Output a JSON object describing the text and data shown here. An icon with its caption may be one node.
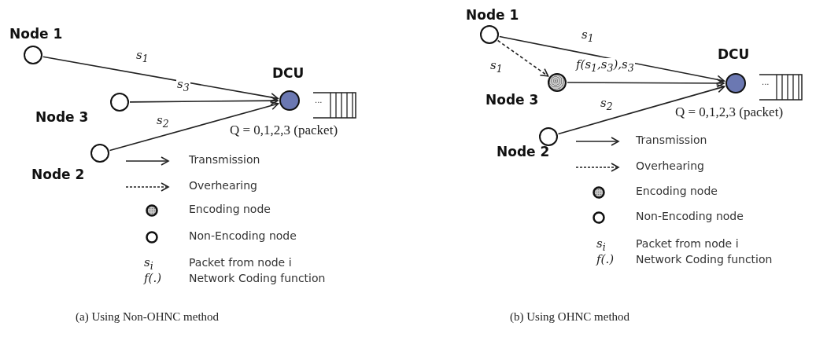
{
  "diagram": {
    "nodes": [
      {
        "text": [],
        "shape": "circle",
        "beside": [
          "Node 1"
        ]
      },
      {
        "text": [],
        "shape": "circle",
        "beside": [
          "Node 3"
        ]
      },
      {
        "text": [],
        "shape": "circle",
        "beside": [
          "Node 2"
        ]
      },
      {
        "text": [],
        "shape": "circle",
        "beside": [
          "DCU"
        ]
      },
      {
        "text": [],
        "shape": "circle",
        "beside": [
          "Node 1"
        ]
      },
      {
        "text": [],
        "shape": "circle",
        "beside": [
          "Node 3"
        ]
      },
      {
        "text": [],
        "shape": "circle",
        "beside": [
          "Node 2"
        ]
      },
      {
        "text": [],
        "shape": "circle",
        "beside": [
          "DCU"
        ]
      }
    ],
    "edges": [
      {
        "from": 0,
        "to": 3,
        "arrow": "to",
        "label": "s$_{1}$"
      },
      {
        "from": 1,
        "to": 3,
        "arrow": "to",
        "label": "s$_{3}$"
      },
      {
        "from": 2,
        "to": 3,
        "arrow": "to",
        "label": "s$_{2}$"
      },
      {
        "from": 4,
        "to": 7,
        "arrow": "to",
        "label": "s$_{1}$"
      },
      {
        "from": 4,
        "to": 5,
        "arrow": "to",
        "label": "s$_{1}$",
        "style": "dashed"
      },
      {
        "from": 5,
        "to": 7,
        "arrow": "to",
        "label": "f(s$_{1}$,s$_{3}$),s$_{3}$"
      },
      {
        "from": 6,
        "to": 7,
        "arrow": "to",
        "label": "s$_{2}$"
      }
    ],
    "labels": [
      "Q = 0,1,2,3 (packet)",
      "...",
      "s$_{i}$",
      "Packet from node i",
      "f(.)",
      "Network Coding function",
      "Q = 0,1,2,3 (packet)",
      "...",
      "s$_{i}$",
      "Packet from node i",
      "f(.)",
      "Network Coding function",
      "(a) Using Non-OHNC method",
      "(b) Using OHNC method"
    ],
    "legend": [
      {
        "text": "Transmission"
      },
      {
        "text": "Overhearing"
      },
      {
        "text": "Encoding node"
      },
      {
        "text": "Non-Encoding node"
      },
      {
        "text": "Transmission"
      },
      {
        "text": "Overhearing"
      },
      {
        "text": "Encoding node"
      },
      {
        "text": "Non-Encoding node"
      }
    ]
  }
}
